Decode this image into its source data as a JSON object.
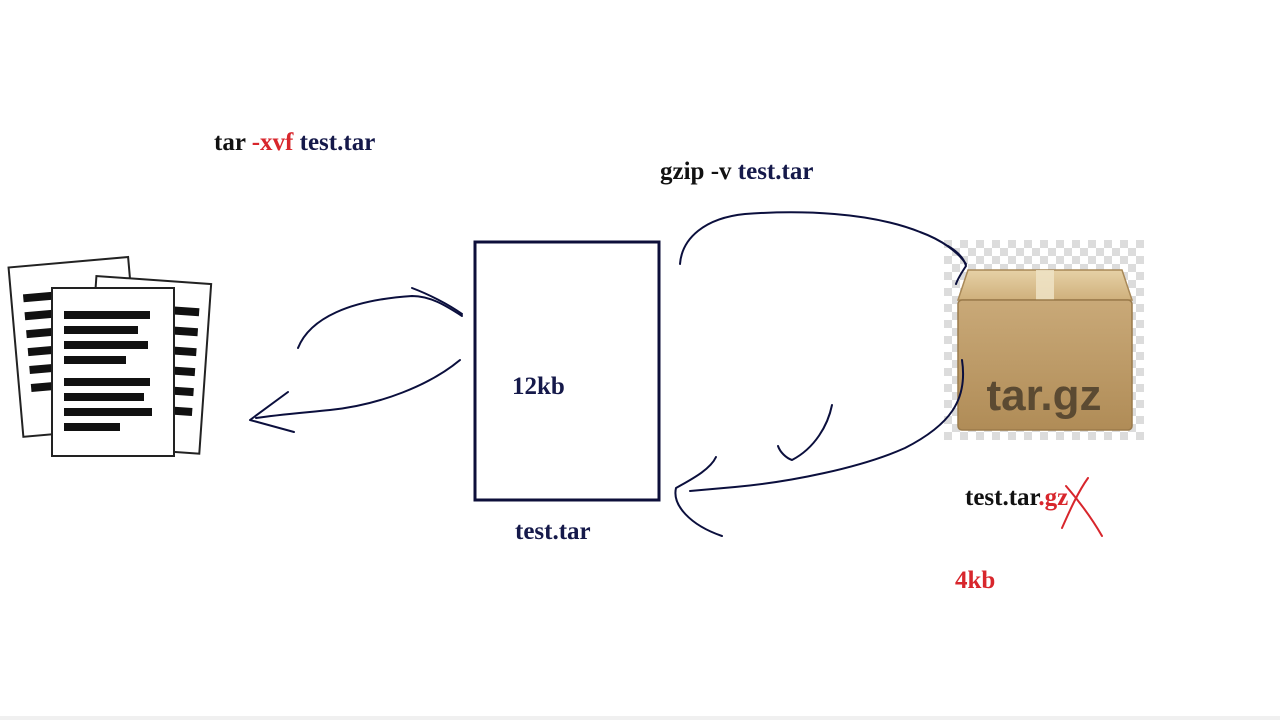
{
  "commands": {
    "extract": {
      "tool": "tar",
      "flags": "-xvf",
      "file": "test.tar"
    },
    "compress": {
      "tool": "gzip",
      "flags": "-v",
      "file": "test.tar"
    }
  },
  "archive": {
    "size": "12kb",
    "filename": "test.tar"
  },
  "compressed": {
    "icon_text": "tar.gz",
    "filename_base": "test.tar",
    "filename_ext": ".gz",
    "size": "4kb",
    "ext_crossed_out": true
  },
  "icons": {
    "documents": "documents-stack-icon",
    "package": "tar-gz-box-icon"
  },
  "colors": {
    "navy_text": "#15194a",
    "red_highlight": "#d8262c",
    "box_border": "#0d0f3a",
    "arrow_stroke": "#0b0f3d"
  }
}
